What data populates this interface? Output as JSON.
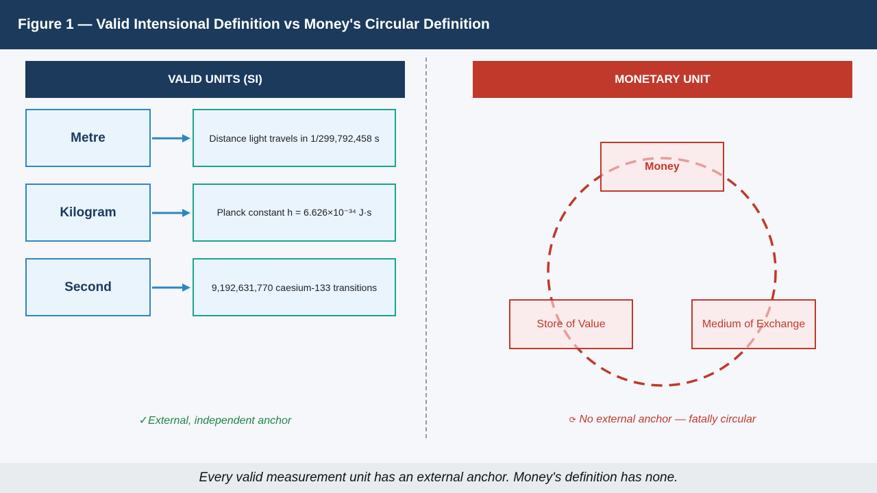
{
  "title": "Figure 1 — Valid Intensional Definition vs Money's Circular Definition",
  "left_panel": {
    "title": "VALID UNITS (SI)",
    "units": [
      {
        "name": "Metre",
        "definition": "Distance light travels in 1/299,792,458 s"
      },
      {
        "name": "Kilogram",
        "definition": "Planck constant h = 6.626×10⁻³⁴ J·s"
      },
      {
        "name": "Second",
        "definition": "9,192,631,770 caesium-133 transitions"
      }
    ],
    "caption_icon": "✓",
    "caption": "External, independent anchor"
  },
  "right_panel": {
    "title": "MONETARY UNIT",
    "nodes": {
      "top": "Money",
      "left": "Store of Value",
      "right": "Medium of Exchange"
    },
    "caption_icon": "⟳",
    "caption": "No external anchor — fatally circular"
  },
  "footer": "Every valid measurement unit has an external anchor. Money's definition has none.",
  "colors": {
    "navy": "#1b3a5c",
    "red": "#c0392b",
    "blue": "#2e86c1",
    "teal": "#17a589",
    "green": "#1e8449"
  }
}
